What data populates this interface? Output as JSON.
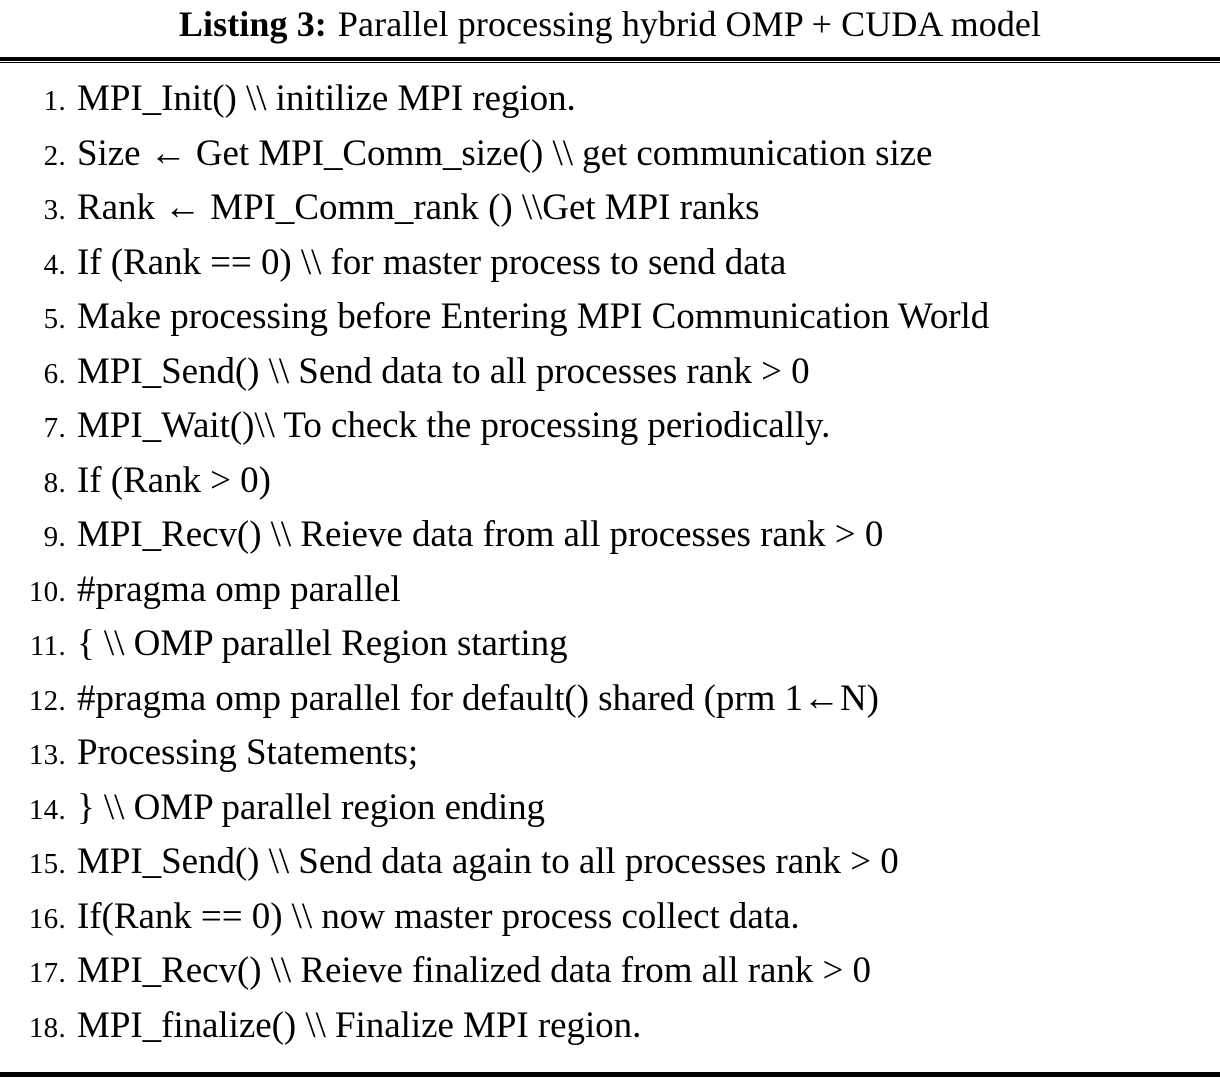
{
  "caption": {
    "label": "Listing 3:",
    "text": "Parallel processing hybrid OMP + CUDA model"
  },
  "code": {
    "lines": [
      {
        "number": "1.",
        "text": "MPI_Init() \\\\ initilize MPI region."
      },
      {
        "number": "2.",
        "text": "Size ← Get MPI_Comm_size() \\\\ get communication size"
      },
      {
        "number": "3.",
        "text": "Rank ← MPI_Comm_rank () \\\\Get MPI ranks"
      },
      {
        "number": "4.",
        "text": "If (Rank == 0) \\\\ for master process to send data"
      },
      {
        "number": "5.",
        "text": "Make processing before Entering MPI Communication World"
      },
      {
        "number": "6.",
        "text": "MPI_Send() \\\\ Send data to all processes rank > 0"
      },
      {
        "number": "7.",
        "text": "MPI_Wait()\\\\ To check the processing periodically."
      },
      {
        "number": "8.",
        "text": "If (Rank > 0)"
      },
      {
        "number": "9.",
        "text": "MPI_Recv() \\\\ Reieve data from all processes rank > 0"
      },
      {
        "number": "10.",
        "text": "#pragma omp parallel"
      },
      {
        "number": "11.",
        "text": "{ \\\\ OMP parallel Region starting"
      },
      {
        "number": "12.",
        "text": "#pragma omp parallel for default() shared (prm 1←N)"
      },
      {
        "number": "13.",
        "text": "Processing Statements;"
      },
      {
        "number": "14.",
        "text": "} \\\\ OMP parallel region ending"
      },
      {
        "number": "15.",
        "text": "MPI_Send() \\\\ Send data again to all processes rank > 0"
      },
      {
        "number": "16.",
        "text": "If(Rank == 0) \\\\ now master process collect data."
      },
      {
        "number": "17.",
        "text": "MPI_Recv() \\\\ Reieve finalized data from all rank > 0"
      },
      {
        "number": "18.",
        "text": "MPI_finalize() \\\\ Finalize MPI region."
      }
    ]
  },
  "style": {
    "rule_color": "#000000",
    "text_color": "#000000",
    "background": "#ffffff"
  }
}
